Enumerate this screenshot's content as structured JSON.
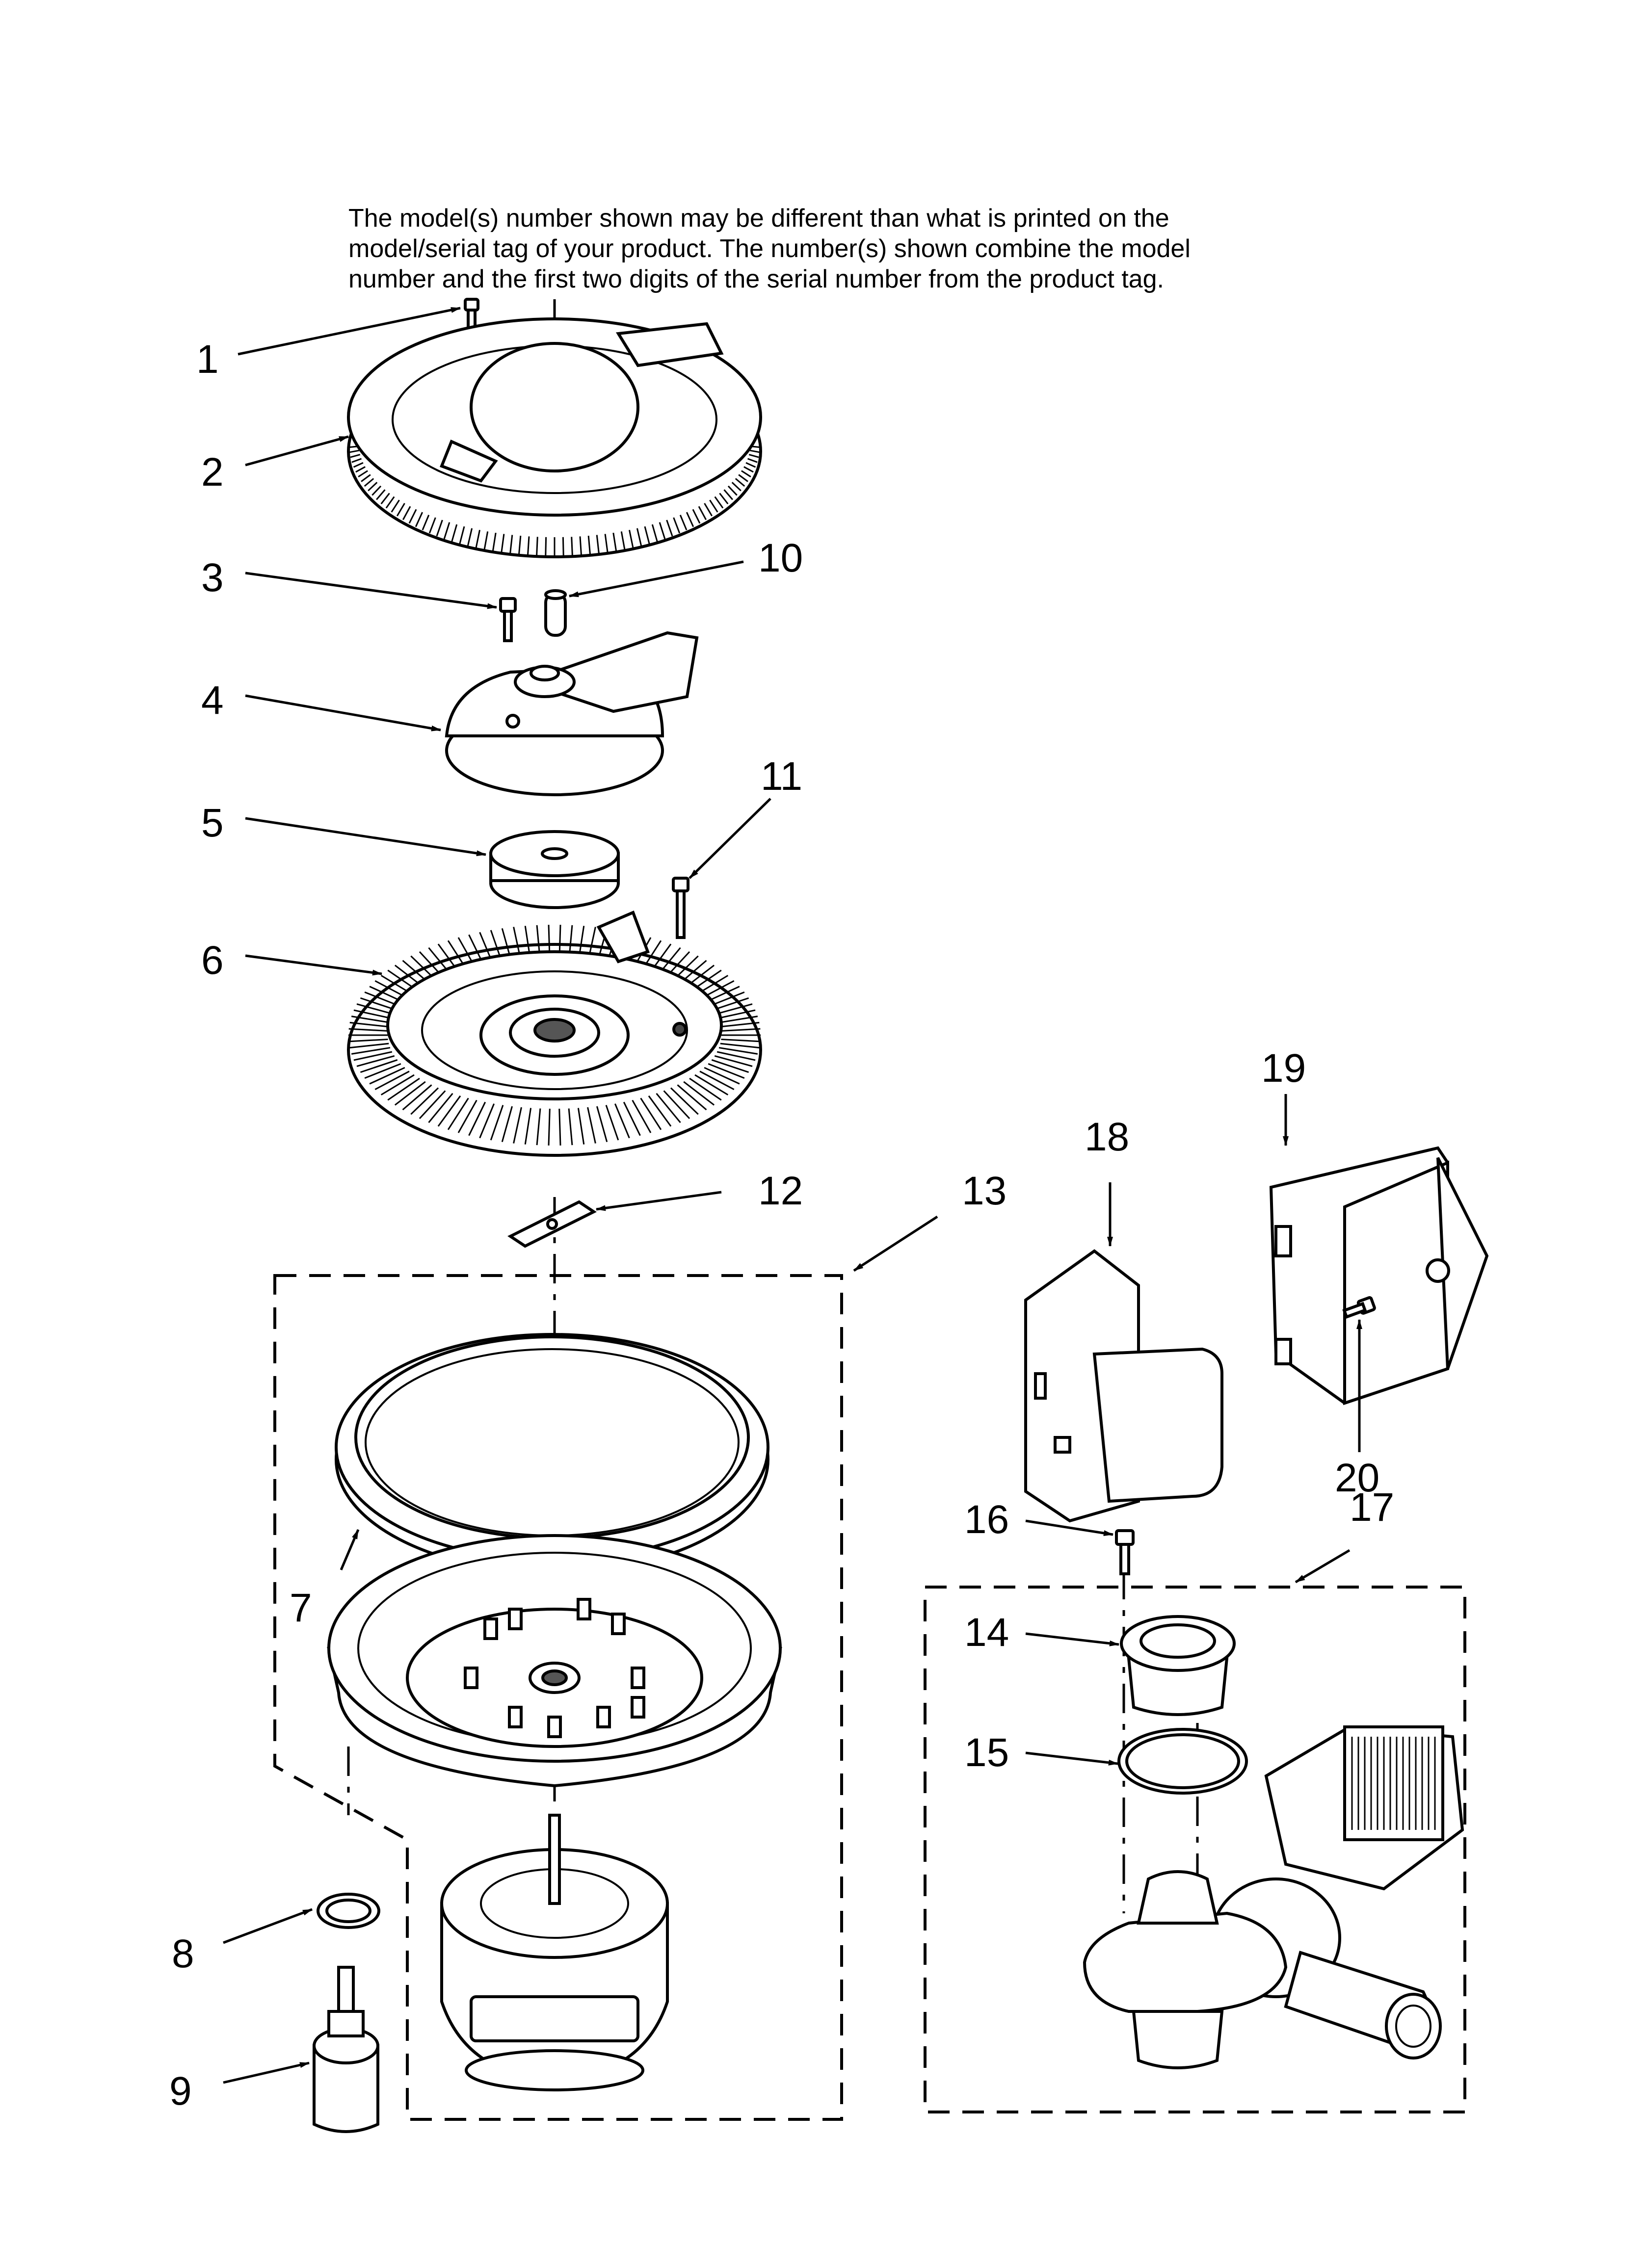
{
  "note": {
    "line1": "The model(s) number shown may be different than what is printed on the",
    "line2": "model/serial tag of your product. The number(s) shown combine the model",
    "line3": "number and the first two digits of the serial number from the product tag."
  },
  "callouts": [
    "1",
    "2",
    "3",
    "4",
    "5",
    "6",
    "7",
    "8",
    "9",
    "10",
    "11",
    "12",
    "13",
    "14",
    "15",
    "16",
    "17",
    "18",
    "19",
    "20"
  ]
}
